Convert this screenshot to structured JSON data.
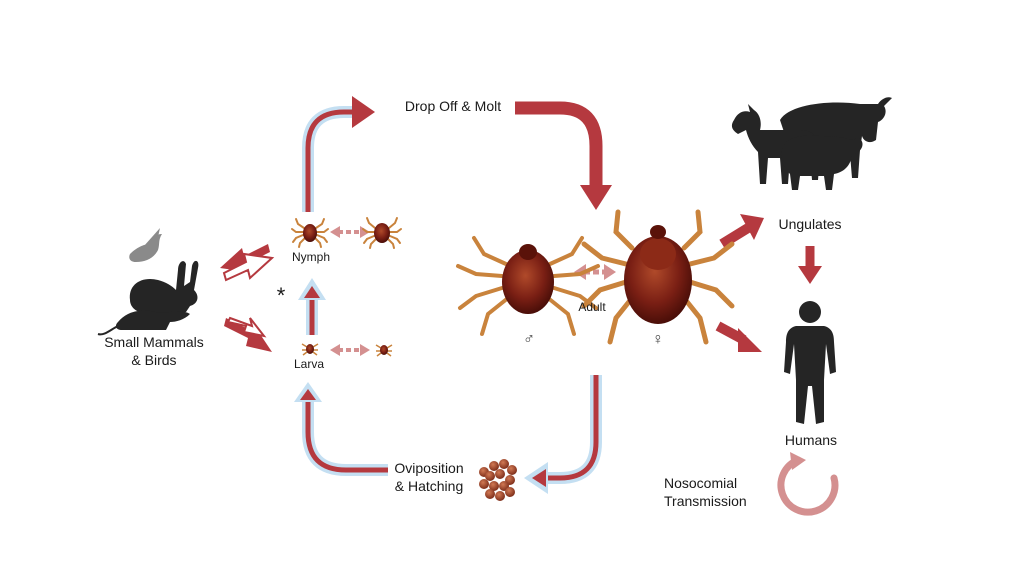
{
  "labels": {
    "drop_off_molt": "Drop Off & Molt",
    "nymph": "Nymph",
    "larva": "Larva",
    "asterisk": "*",
    "adult": "Adult",
    "male_symbol": "♂",
    "female_symbol": "♀",
    "small_mammals_line1": "Small Mammals",
    "small_mammals_line2": "& Birds",
    "ungulates": "Ungulates",
    "humans": "Humans",
    "oviposition_line1": "Oviposition",
    "oviposition_line2": "& Hatching",
    "nosocomial_line1": "Nosocomial",
    "nosocomial_line2": "Transmission"
  },
  "colors": {
    "arrow_red": "#b5393f",
    "arrow_pink": "#d49090",
    "arrow_light_blue": "#c4dff2",
    "silhouette": "#252525",
    "bird_gray": "#8a8a8a",
    "tick_body": "#7a1f14",
    "tick_legs": "#c9833c",
    "eggs": "#8b3a22"
  }
}
